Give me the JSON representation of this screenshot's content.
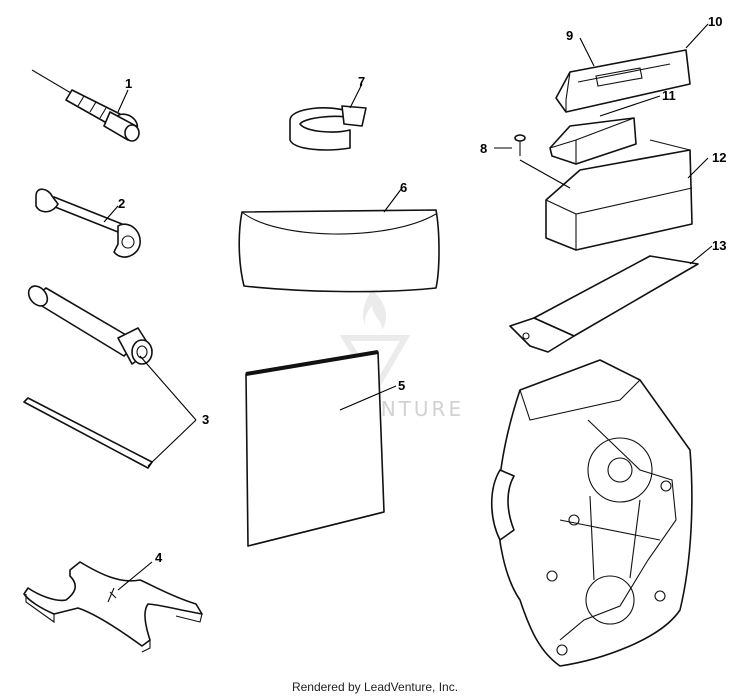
{
  "callouts": [
    "1",
    "2",
    "3",
    "4",
    "5",
    "6",
    "7",
    "8",
    "9",
    "10",
    "11",
    "12",
    "13"
  ],
  "watermark": {
    "text": "LEADVENTURE",
    "color": "#d2d2d2"
  },
  "footer": {
    "text": "Rendered by LeadVenture, Inc."
  },
  "icons": [
    "screwdriver-icon",
    "wrench-icon",
    "socket-wrench-icon",
    "handle-rod-icon",
    "spring-compressor-icon",
    "manual-icon",
    "tool-pouch-icon",
    "strap-icon",
    "screw-icon",
    "box-lid-icon",
    "foam-pad-icon",
    "tool-box-icon",
    "bracket-icon",
    "chaincase-icon",
    "leadventure-logo-icon"
  ]
}
